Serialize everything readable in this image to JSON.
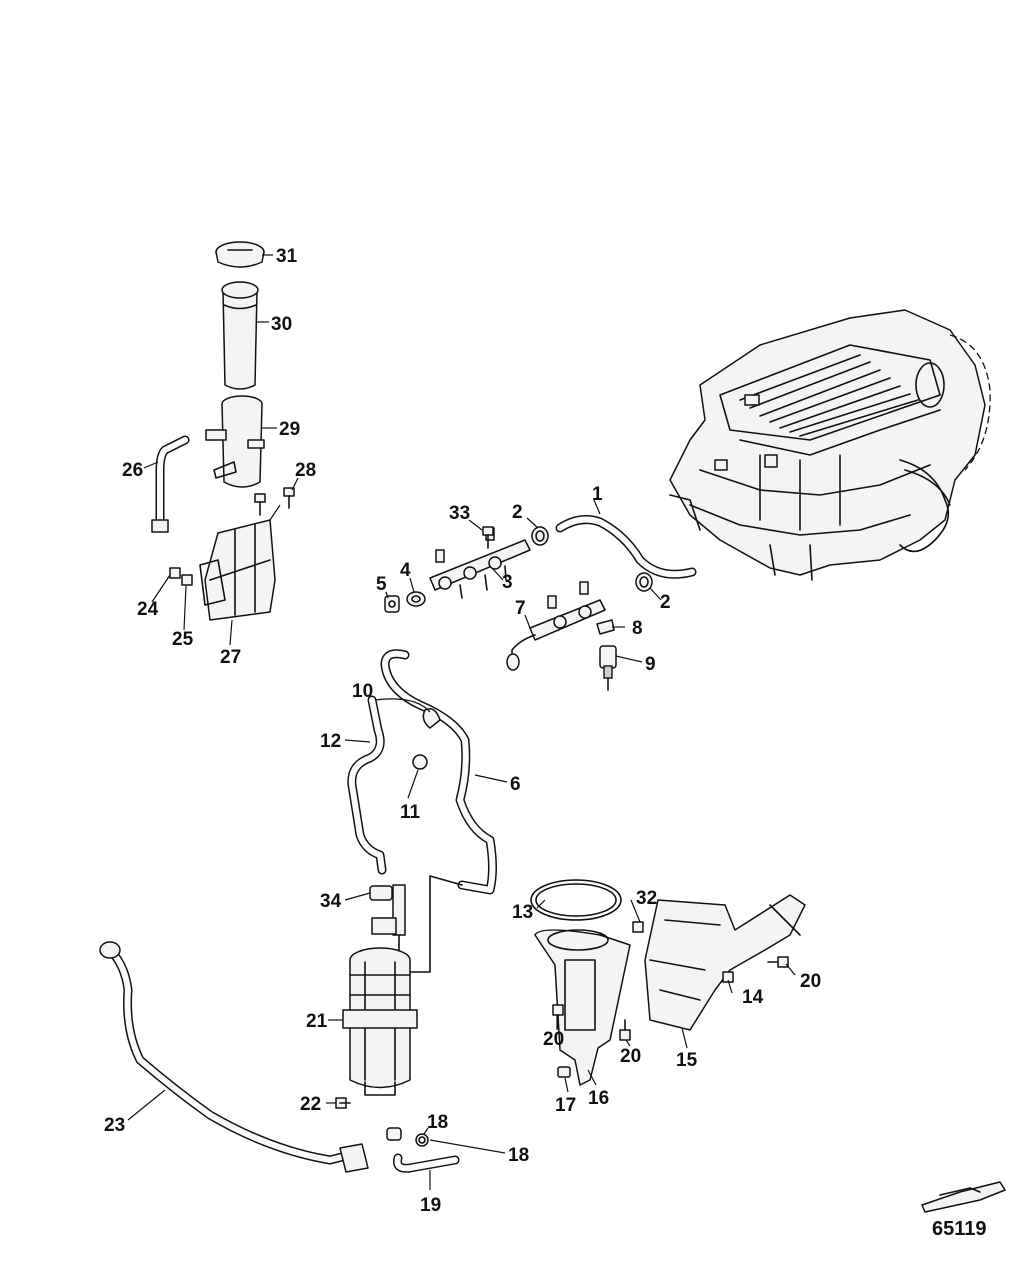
{
  "figure_number": "65119",
  "callouts": [
    {
      "id": "c1",
      "label": "1"
    },
    {
      "id": "c2a",
      "label": "2"
    },
    {
      "id": "c2b",
      "label": "2"
    },
    {
      "id": "c3",
      "label": "3"
    },
    {
      "id": "c4",
      "label": "4"
    },
    {
      "id": "c5",
      "label": "5"
    },
    {
      "id": "c6",
      "label": "6"
    },
    {
      "id": "c7",
      "label": "7"
    },
    {
      "id": "c8",
      "label": "8"
    },
    {
      "id": "c9",
      "label": "9"
    },
    {
      "id": "c10",
      "label": "10"
    },
    {
      "id": "c11",
      "label": "11"
    },
    {
      "id": "c12",
      "label": "12"
    },
    {
      "id": "c13",
      "label": "13"
    },
    {
      "id": "c14",
      "label": "14"
    },
    {
      "id": "c15",
      "label": "15"
    },
    {
      "id": "c16",
      "label": "16"
    },
    {
      "id": "c17",
      "label": "17"
    },
    {
      "id": "c18a",
      "label": "18"
    },
    {
      "id": "c18b",
      "label": "18"
    },
    {
      "id": "c19",
      "label": "19"
    },
    {
      "id": "c20a",
      "label": "20"
    },
    {
      "id": "c20b",
      "label": "20"
    },
    {
      "id": "c20c",
      "label": "20"
    },
    {
      "id": "c21",
      "label": "21"
    },
    {
      "id": "c22",
      "label": "22"
    },
    {
      "id": "c23",
      "label": "23"
    },
    {
      "id": "c24",
      "label": "24"
    },
    {
      "id": "c25",
      "label": "25"
    },
    {
      "id": "c26",
      "label": "26"
    },
    {
      "id": "c27",
      "label": "27"
    },
    {
      "id": "c28",
      "label": "28"
    },
    {
      "id": "c29",
      "label": "29"
    },
    {
      "id": "c30",
      "label": "30"
    },
    {
      "id": "c31",
      "label": "31"
    },
    {
      "id": "c32",
      "label": "32"
    },
    {
      "id": "c33",
      "label": "33"
    },
    {
      "id": "c34",
      "label": "34"
    }
  ]
}
